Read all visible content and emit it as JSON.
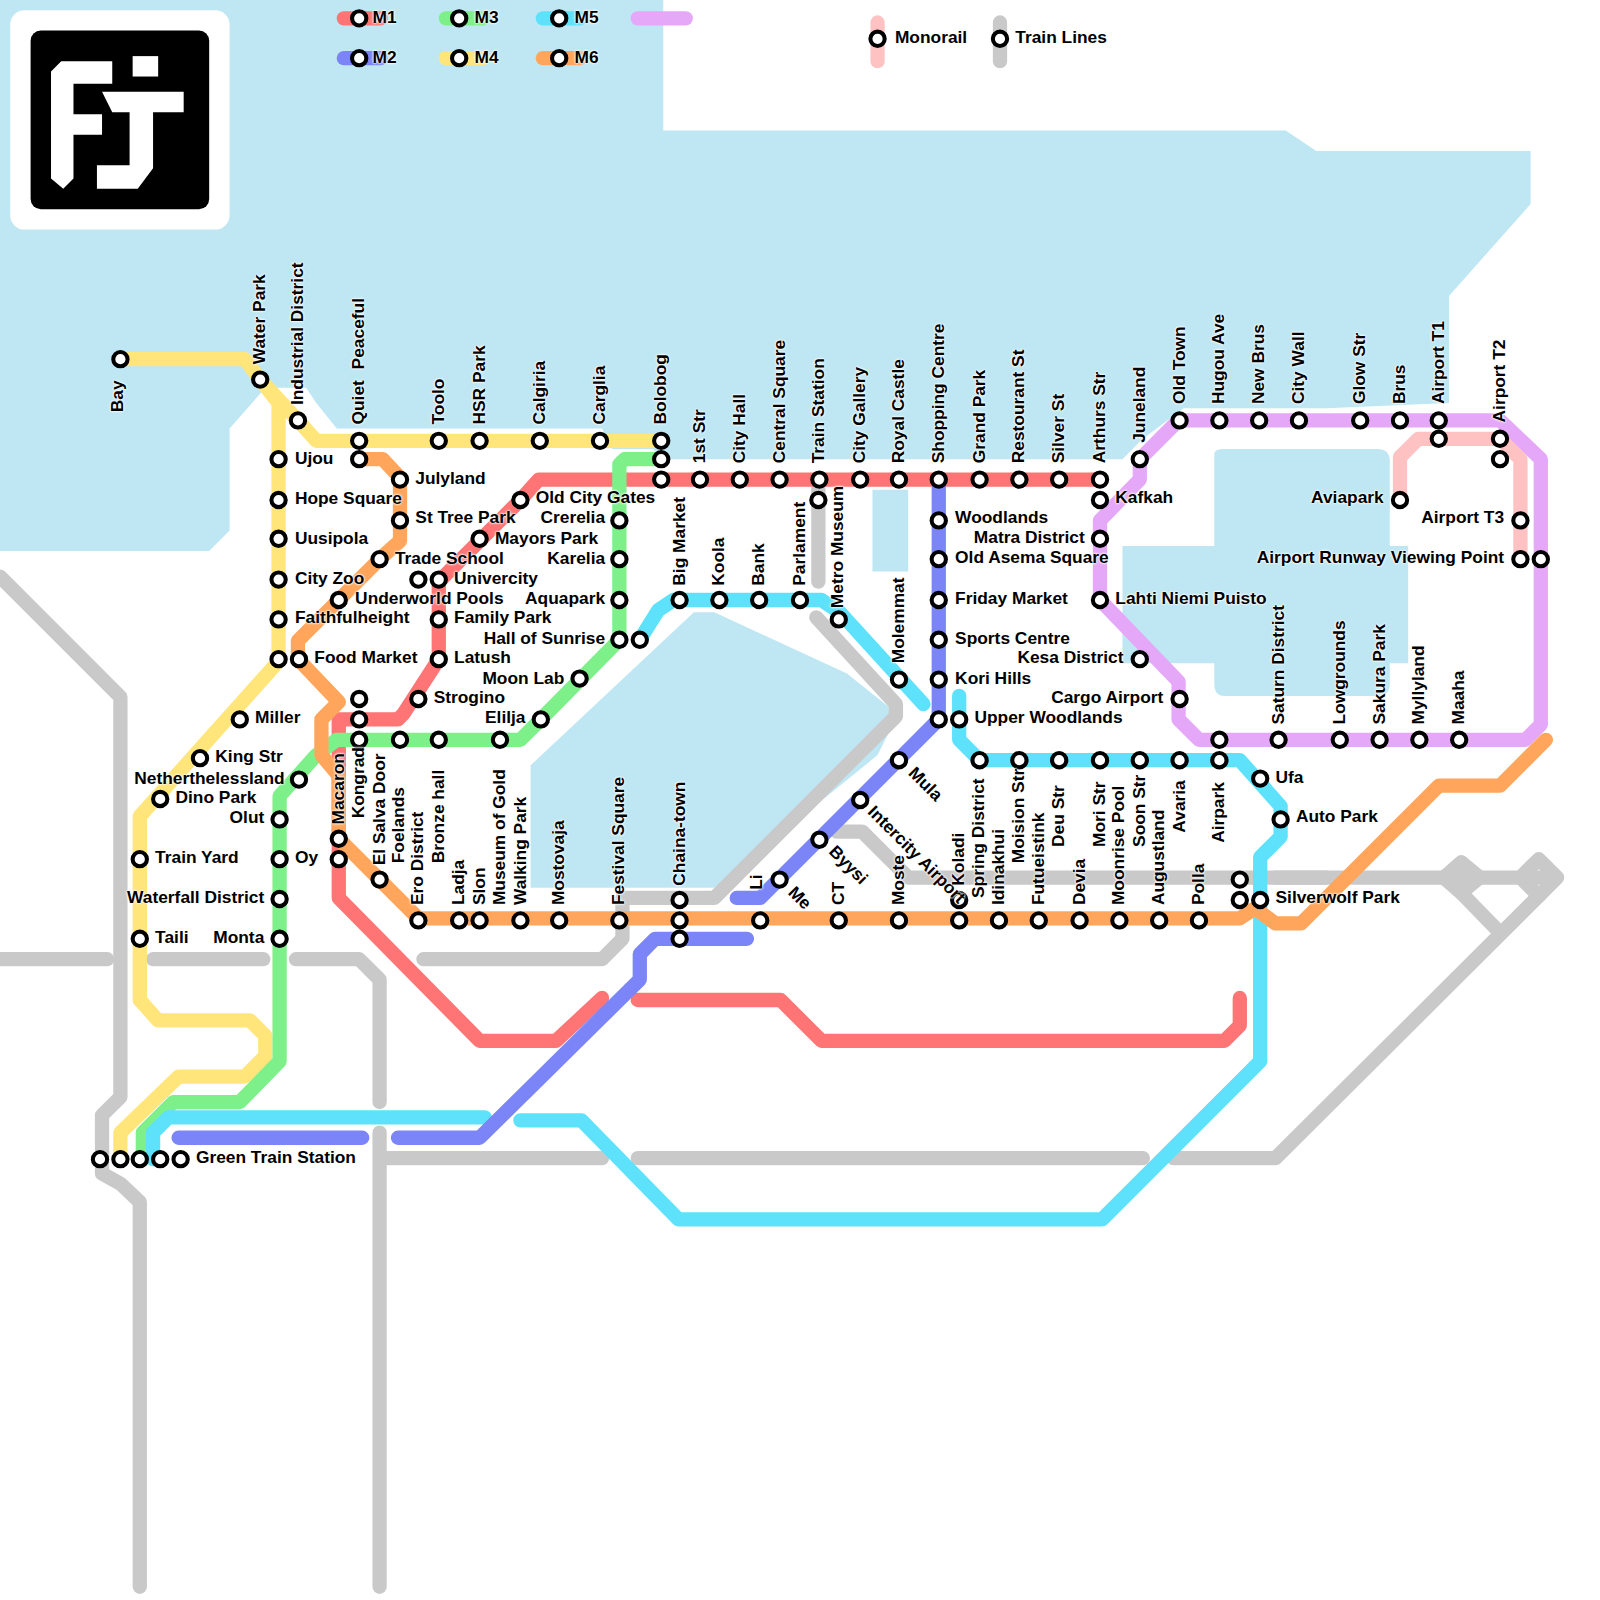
{
  "diagram": {
    "labels": [
      "Bay",
      "Water Park",
      "Industrial District",
      "Quiet",
      "Peaceful",
      "Toolo",
      "HSR Park",
      "Calgiria",
      "Carglia",
      "Bolobog",
      "1st Str",
      "City Hall",
      "Central Square",
      "Train Station",
      "Metro Museum",
      "City Gallery",
      "Royal Castle",
      "Shopping Centre",
      "Grand Park",
      "Restourant St",
      "Silver St",
      "Arthurs Str",
      "Juneland",
      "Old Town",
      "Hugou Ave",
      "New Brus",
      "City Wall",
      "Glow Str",
      "Brus",
      "Airport T1",
      "Airport T2",
      "Ujou",
      "Hope Square",
      "Julyland",
      "Old City Gates",
      "St Tree Park",
      "Crerelia",
      "Uusipola",
      "Mayors Park",
      "Karelia",
      "Trade School",
      "City Zoo",
      "Univercity",
      "Underworld Pools",
      "Aquapark",
      "Faithfulheight",
      "Family Park",
      "Hall of Sunrise",
      "Food Market",
      "Latush",
      "Moon Lab",
      "Strogino",
      "Miller",
      "Elilja",
      "King Str",
      "Netherthelessland",
      "Dino Park",
      "Olut",
      "Train Yard",
      "Oy",
      "Waterfall District",
      "Taili",
      "Monta",
      "Big Market",
      "Koola",
      "Bank",
      "Parlament",
      "Molemmat",
      "Woodlands",
      "Kafkah",
      "Matra District",
      "Old Asema Square",
      "Friday Market",
      "Lahti Niemi Puisto",
      "Sports Centre",
      "Kesa District",
      "Kori Hills",
      "Cargo Airport",
      "Upper Woodlands",
      "Aviapark",
      "Airport T3",
      "Airport Runway Viewing Point",
      "Saturn District",
      "Lowgrounds",
      "Sakura Park",
      "Myllyland",
      "Maaha",
      "Macaron",
      "Kongrad",
      "El Salva Door",
      "Foelands",
      "Ero District",
      "Bronze hall",
      "Ladja",
      "Slon",
      "Museum of Gold",
      "Walking Park",
      "Mostovaja",
      "Festival Square",
      "Chaina-town",
      "Li",
      "Mula",
      "Intercity Airport",
      "Byysi",
      "Me",
      "CT",
      "Moste",
      "Koladi",
      "Spring District",
      "Idinakhui",
      "Moision Str",
      "Futueistink",
      "Deu Str",
      "Devia",
      "Mori Str",
      "Moonrise Pool",
      "Soon Str",
      "Augustland",
      "Avaria",
      "Polla",
      "Airpark",
      "Ufa",
      "Auto Park",
      "Silverwolf Park",
      "Green Train Station"
    ],
    "legend": [
      {
        "text": "M1",
        "color": "#ff7474"
      },
      {
        "text": "M3",
        "color": "#7ef08a"
      },
      {
        "text": "M5",
        "color": "#5ee2fb"
      },
      {
        "text": "M2",
        "color": "#7b85f7"
      },
      {
        "text": "M4",
        "color": "#ffe57a"
      },
      {
        "text": "M6",
        "color": "#ffa65c"
      },
      {
        "text": "Monorail",
        "color": "#ffc2c2"
      },
      {
        "text": "Train Lines",
        "color": "#c9c9c9"
      }
    ]
  }
}
